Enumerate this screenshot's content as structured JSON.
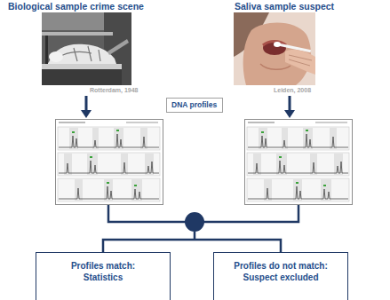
{
  "diagram": {
    "nodes": [
      {
        "text": [
          "Biological sample crime scene",
          "Rotterdam, 1948"
        ]
      },
      {
        "text": [
          "Saliva sample suspect",
          "Leiden, 2008"
        ]
      },
      {
        "text": [
          "DNA profiles"
        ]
      },
      {
        "text": [
          "Profiles match: Statistics"
        ]
      },
      {
        "text": [
          "Profiles do not match: Suspect excluded"
        ]
      }
    ]
  }
}
